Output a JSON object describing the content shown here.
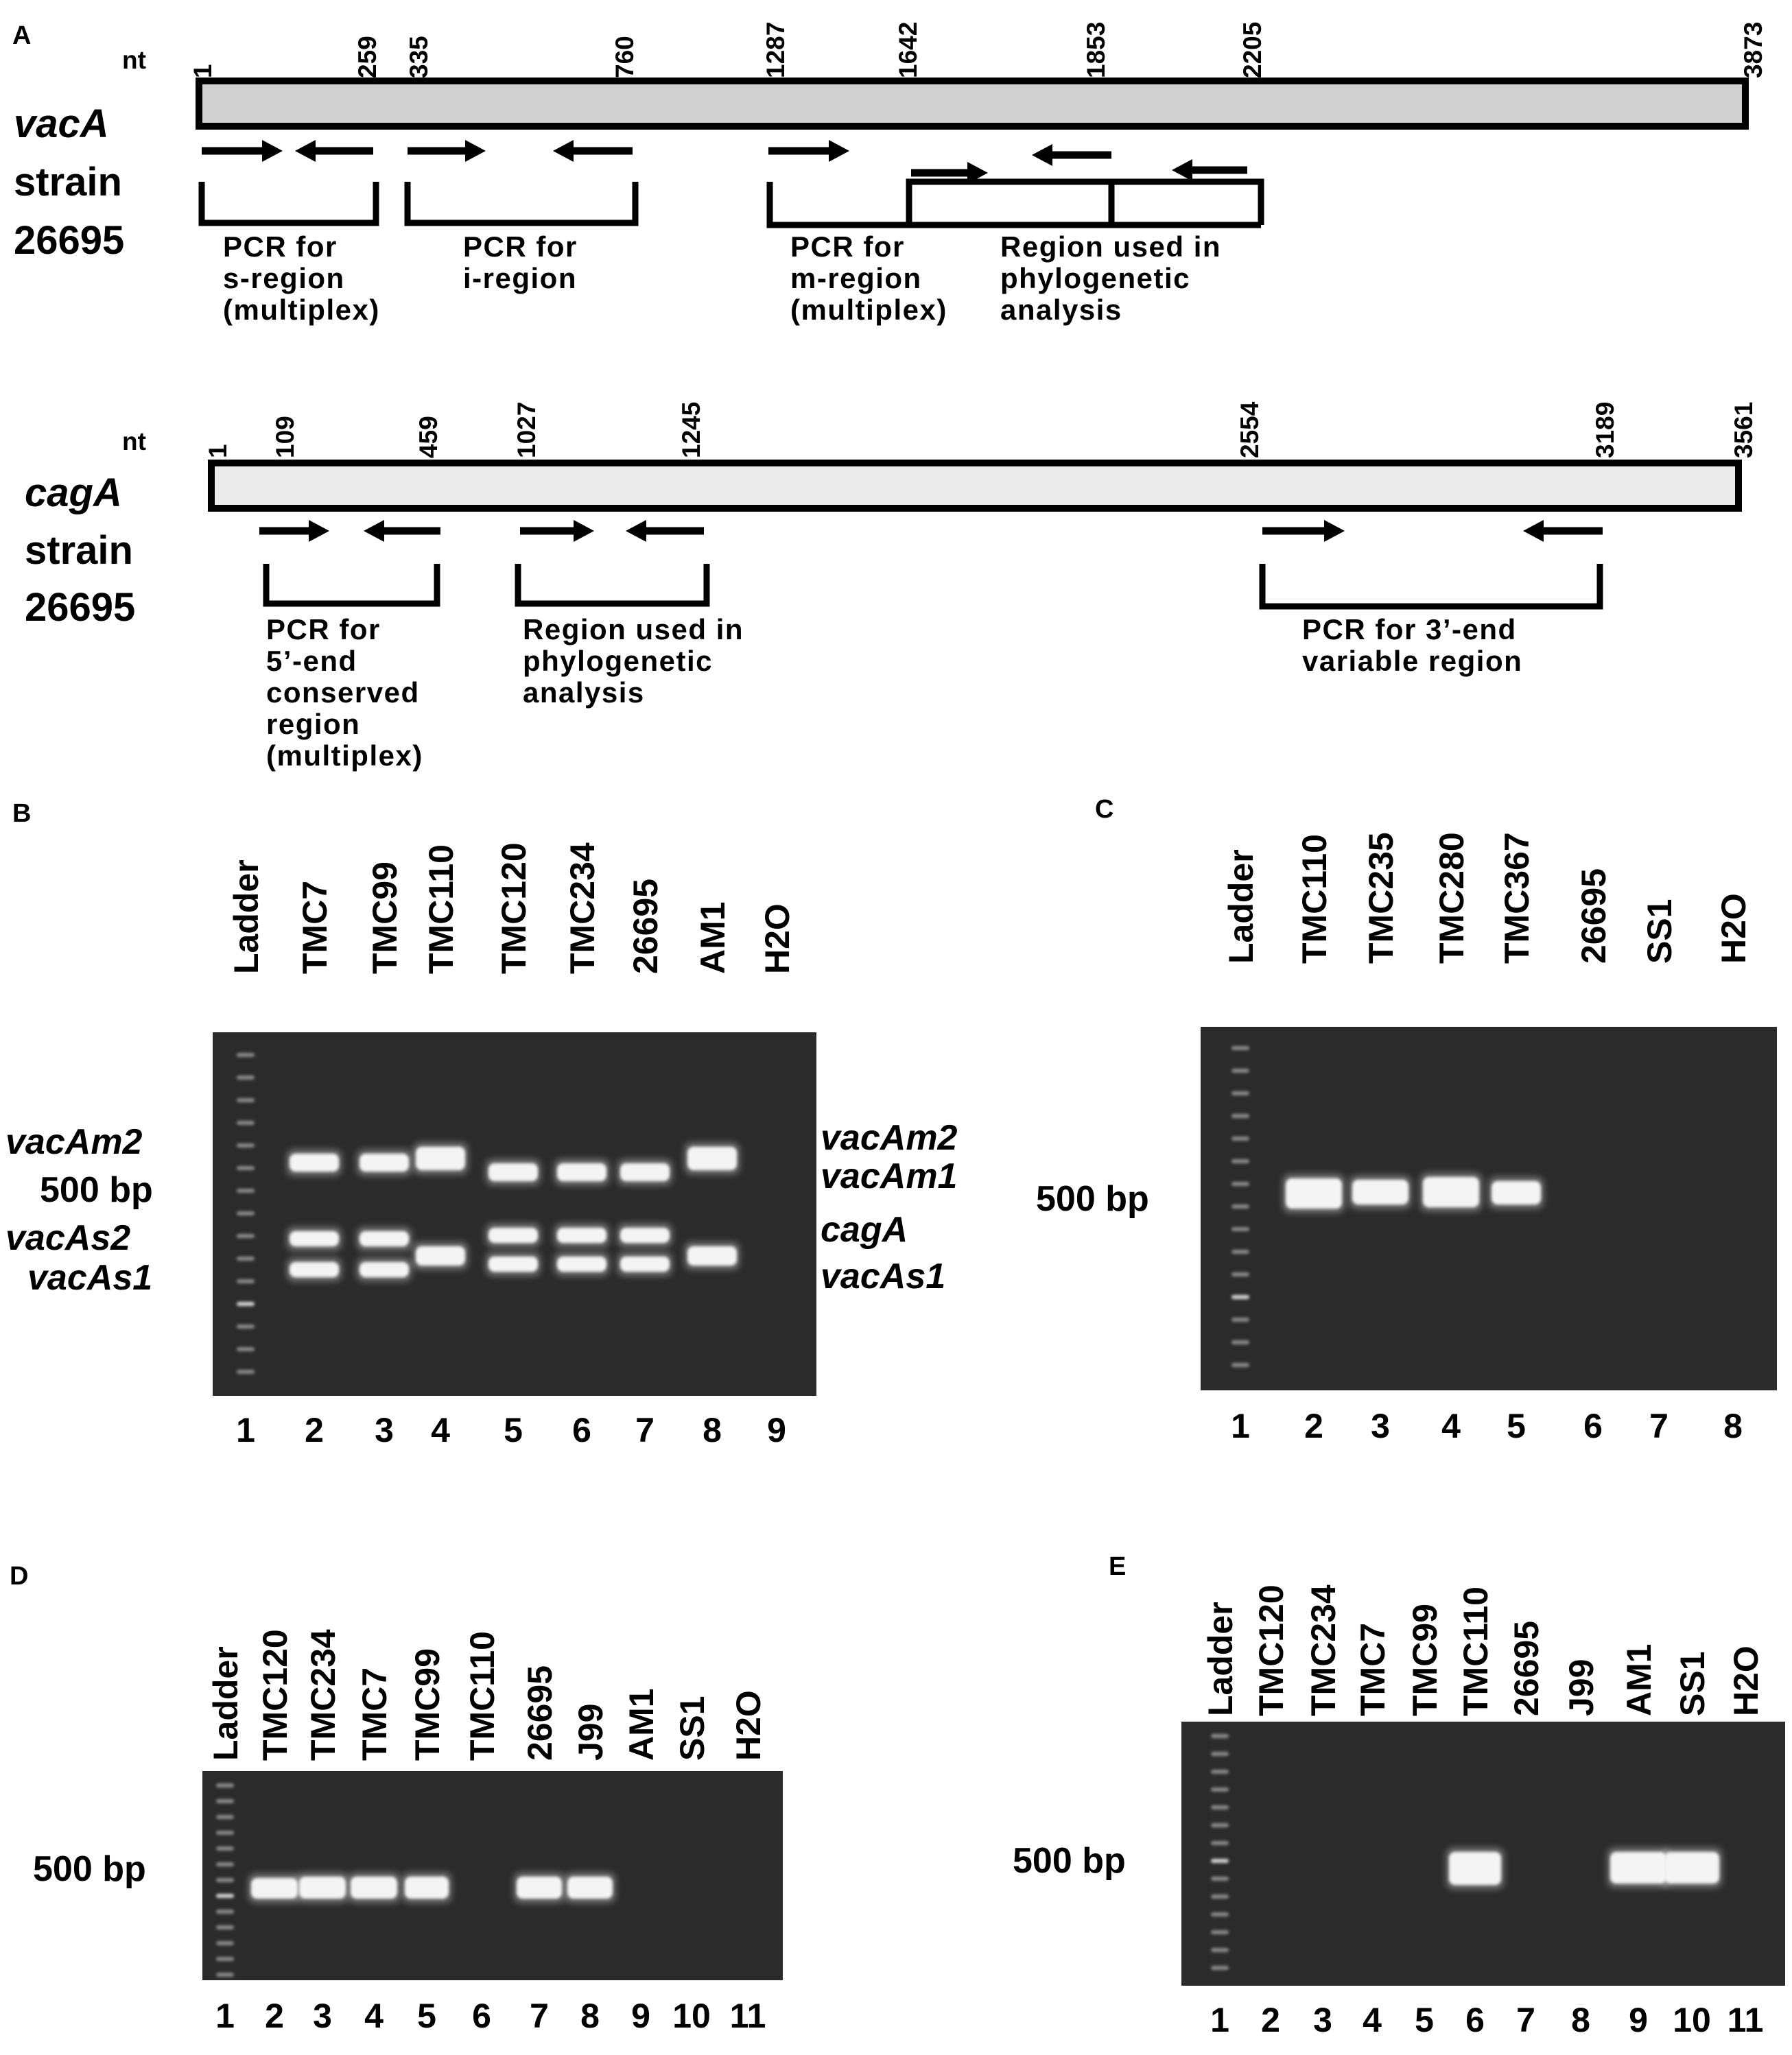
{
  "panels": {
    "A": "A",
    "B": "B",
    "C": "C",
    "D": "D",
    "E": "E"
  },
  "vacA": {
    "gene": "vacA",
    "strain_line1": "strain",
    "strain_line2": "26695",
    "nt": "nt",
    "positions": [
      "1",
      "259",
      "335",
      "760",
      "1287",
      "1642",
      "1853",
      "2205",
      "3873"
    ],
    "regions": [
      [
        "PCR for",
        "s-region",
        "(multiplex)"
      ],
      [
        "PCR for",
        "i-region"
      ],
      [
        "PCR for",
        "m-region",
        "(multiplex)"
      ],
      [
        "Region used in",
        "phylogenetic",
        "analysis"
      ]
    ]
  },
  "cagA": {
    "gene": "cagA",
    "strain_line1": "strain",
    "strain_line2": "26695",
    "nt": "nt",
    "positions": [
      "1",
      "109",
      "459",
      "1027",
      "1245",
      "2554",
      "3189",
      "3561"
    ],
    "regions": [
      [
        "PCR for",
        "5’-end",
        "conserved",
        "region",
        "(multiplex)"
      ],
      [
        "Region used in",
        "phylogenetic",
        "analysis"
      ],
      [
        "PCR for 3’-end",
        "variable region"
      ]
    ]
  },
  "gels": {
    "B": {
      "lanes": [
        "Ladder",
        "TMC7",
        "TMC99",
        "TMC110",
        "TMC120",
        "TMC234",
        "26695",
        "AM1",
        "H2O"
      ],
      "numbers": [
        "1",
        "2",
        "3",
        "4",
        "5",
        "6",
        "7",
        "8",
        "9"
      ],
      "left_labels": [
        "vacAm2",
        "500 bp",
        "vacAs2",
        "vacAs1"
      ],
      "right_labels": [
        "vacAm2",
        "vacAm1",
        "cagA",
        "vacAs1"
      ]
    },
    "C": {
      "lanes": [
        "Ladder",
        "TMC110",
        "TMC235",
        "TMC280",
        "TMC367",
        "26695",
        "SS1",
        "H2O"
      ],
      "numbers": [
        "1",
        "2",
        "3",
        "4",
        "5",
        "6",
        "7",
        "8"
      ],
      "marker": "500 bp"
    },
    "D": {
      "lanes": [
        "Ladder",
        "TMC120",
        "TMC234",
        "TMC7",
        "TMC99",
        "TMC110",
        "26695",
        "J99",
        "AM1",
        "SS1",
        "H2O"
      ],
      "numbers": [
        "1",
        "2",
        "3",
        "4",
        "5",
        "6",
        "7",
        "8",
        "9",
        "10",
        "11"
      ],
      "marker": "500 bp"
    },
    "E": {
      "lanes": [
        "Ladder",
        "TMC120",
        "TMC234",
        "TMC7",
        "TMC99",
        "TMC110",
        "26695",
        "J99",
        "AM1",
        "SS1",
        "H2O"
      ],
      "numbers": [
        "1",
        "2",
        "3",
        "4",
        "5",
        "6",
        "7",
        "8",
        "9",
        "10",
        "11"
      ],
      "marker": "500 bp"
    }
  }
}
